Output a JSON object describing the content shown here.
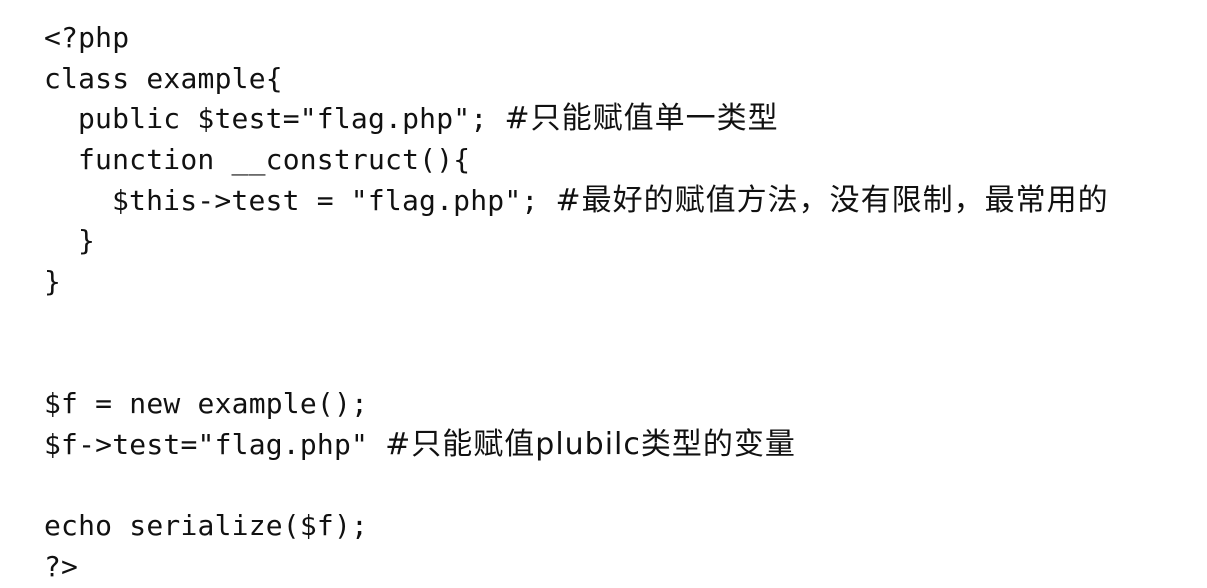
{
  "document": {
    "language": "php",
    "lines": [
      {
        "indent": 0,
        "code": "<?php",
        "comment": ""
      },
      {
        "indent": 0,
        "code": "class example{",
        "comment": ""
      },
      {
        "indent": 1,
        "code": "public $test=\"flag.php\"; ",
        "comment": "#只能赋值单一类型"
      },
      {
        "indent": 1,
        "code": "function __construct(){",
        "comment": ""
      },
      {
        "indent": 2,
        "code": "$this->test = \"flag.php\"; ",
        "comment": "#最好的赋值方法，没有限制，最常用的"
      },
      {
        "indent": 1,
        "code": "}",
        "comment": ""
      },
      {
        "indent": 0,
        "code": "}",
        "comment": ""
      },
      {
        "indent": 0,
        "code": "",
        "comment": ""
      },
      {
        "indent": 0,
        "code": "",
        "comment": ""
      },
      {
        "indent": 0,
        "code": "$f = new example();",
        "comment": ""
      },
      {
        "indent": 0,
        "code": "$f->test=\"flag.php\" ",
        "comment": "#只能赋值plubilc类型的变量"
      },
      {
        "indent": 0,
        "code": "",
        "comment": ""
      },
      {
        "indent": 0,
        "code": "echo serialize($f);",
        "comment": ""
      },
      {
        "indent": 0,
        "code": "?>",
        "comment": ""
      }
    ]
  },
  "colors": {
    "background": "#ffffff",
    "text": "#111111"
  }
}
